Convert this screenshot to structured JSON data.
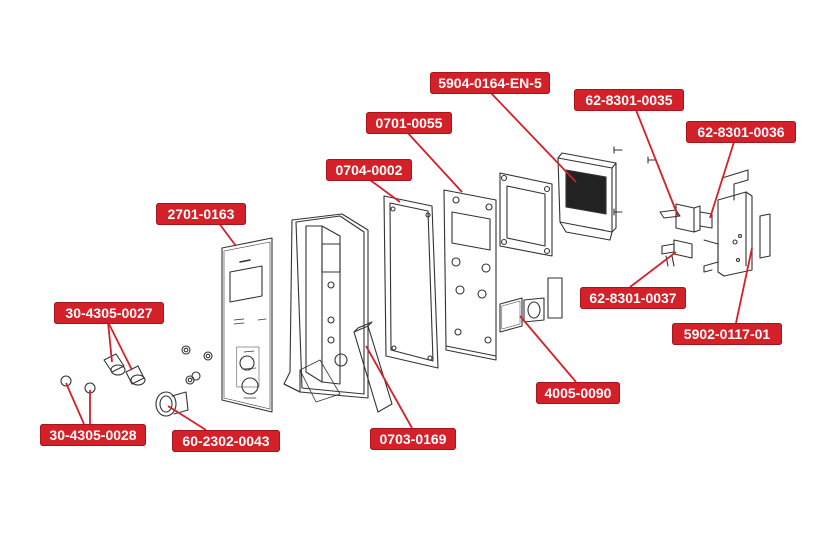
{
  "diagram": {
    "accent_color": "#d32029",
    "line_color": "#333333",
    "callouts": [
      {
        "id": "c-2701-0163",
        "label": "2701-0163"
      },
      {
        "id": "c-0704-0002",
        "label": "0704-0002"
      },
      {
        "id": "c-0701-0055",
        "label": "0701-0055"
      },
      {
        "id": "c-5904-0164",
        "label": "5904-0164-EN-5"
      },
      {
        "id": "c-62-8301-0035",
        "label": "62-8301-0035"
      },
      {
        "id": "c-62-8301-0036",
        "label": "62-8301-0036"
      },
      {
        "id": "c-62-8301-0037",
        "label": "62-8301-0037"
      },
      {
        "id": "c-5902-0117-01",
        "label": "5902-0117-01"
      },
      {
        "id": "c-4005-0090",
        "label": "4005-0090"
      },
      {
        "id": "c-30-4305-0027",
        "label": "30-4305-0027"
      },
      {
        "id": "c-30-4305-0028",
        "label": "30-4305-0028"
      },
      {
        "id": "c-60-2302-0043",
        "label": "60-2302-0043"
      },
      {
        "id": "c-0703-0169",
        "label": "0703-0169"
      }
    ]
  }
}
